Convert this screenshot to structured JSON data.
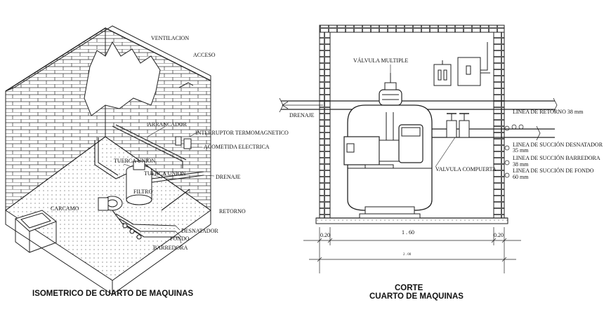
{
  "left": {
    "labels": {
      "ventilacion": "VENTILACION",
      "acceso": "ACCESO",
      "arrancador": "ARRANCADOR",
      "interruptor": "INTERRUPTOR TERMOMAGNETICO",
      "acometida": "ACOMETIDA ELECTRICA",
      "tuerca1": "TUERCA UNION",
      "tuerca2": "TUERCA UNION",
      "filtro": "FILTRO",
      "drenaje": "DRENAJE",
      "carcamo": "CARCAMO",
      "retorno": "RETORNO",
      "desnatador": "DESNATADOR",
      "fondo": "FONDO",
      "barredora": "BARREDORA"
    },
    "title": "ISOMETRICO DE CUARTO DE MAQUINAS"
  },
  "right": {
    "labels": {
      "valvula_multiple": "VÁLVULA MULTIPLE",
      "drenaje": "DRENAJE",
      "linea_retorno": "LINEA DE RETORNO  38 mm",
      "succion_desnatador": "LINEA DE SUCCIÓN DESNATADOR",
      "succion_desnatador_mm": "35 mm",
      "succion_barredora": "LINEA DE SUCCIÓN BARREDORA",
      "succion_barredora_mm": "38 mm",
      "succion_fondo": "LINEA DE SUCCIÓN DE FONDO",
      "succion_fondo_mm": "60 mm",
      "valvula_compuerta": "VALVULA COMPUERTA"
    },
    "dims": {
      "left": "0.20",
      "middle": "1 . 60",
      "right": "0.20",
      "total": "2 . 00"
    },
    "title_line1": "CORTE",
    "title_line2": "CUARTO DE MAQUINAS"
  }
}
